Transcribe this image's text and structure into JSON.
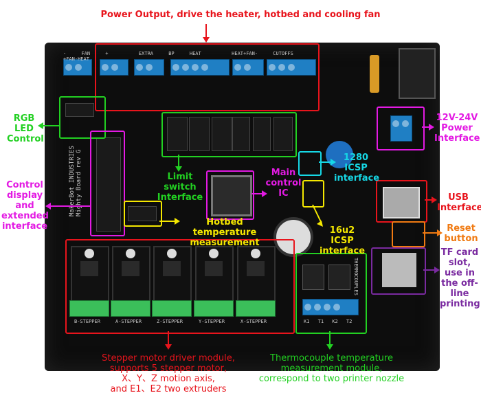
{
  "title": "Power Output, drive the heater, hotbed and cooling fan",
  "labels": {
    "rgb": "RGB LED Control",
    "control_display": "Control display and extended interface",
    "limit_switch": "Limit switch Interface",
    "main_ic": "Main control IC",
    "icsp1280": "1280 ICSP interface",
    "icsp16u2": "16u2 ICSP interface",
    "hotbed_temp": "Hotbed temperature measurement",
    "power": "12V-24V Power Interface",
    "usb": "USB Interface",
    "reset": "Reset button",
    "tf": "TF card slot, use in the off-line printing",
    "stepper": [
      "Stepper motor driver module,",
      "supports 5 stepper motor,",
      "X、Y、Z motion axis,",
      "and E1、E2 two extruders"
    ],
    "thermo": [
      "Thermocouple temperature",
      "measurement module,",
      "correspond to two printer nozzle"
    ]
  },
  "board_text": {
    "top_connectors": [
      "- FAN +",
      "EXTRA",
      "BP HEAT",
      "HEAT + FAN -",
      "CUTOFFS",
      "+ FAN - HEAT"
    ],
    "brand": "MakerBot INDUSTRIES",
    "model": "Mighty Board rev G",
    "steppers": [
      "B-STEPPER",
      "A-STEPPER",
      "Z-STEPPER",
      "Y-STEPPER",
      "X-STEPPER"
    ],
    "thermo_pins": "K1 T1 K2 T2",
    "thermo_label": "THERMOCOUPLES"
  },
  "colors": {
    "red": "#e8141c",
    "green": "#22d022",
    "magenta": "#e31ae3",
    "cyan": "#16d8e6",
    "yellow": "#f5e800",
    "orange": "#f07a12",
    "purple": "#7a2aa0",
    "board": "#0d0d0d"
  }
}
